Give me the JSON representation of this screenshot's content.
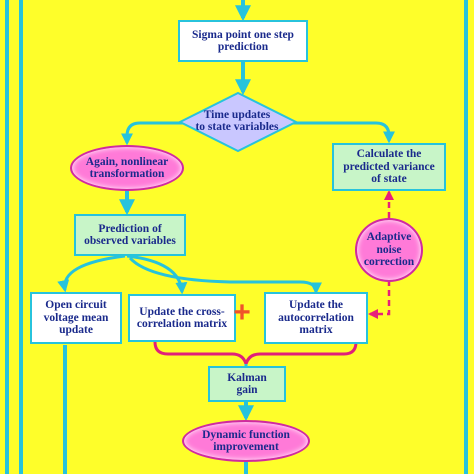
{
  "nodes": {
    "sigma": "Sigma point one step\nprediction",
    "time_updates": "Time updates\nto state variables",
    "again_nonlinear": "Again, nonlinear\ntransformation",
    "calc_variance": "Calculate the\npredicted variance\nof state",
    "prediction_observed": "Prediction of\nobserved variables",
    "adaptive_noise": "Adaptive\nnoise\ncorrection",
    "open_circuit": "Open circuit\nvoltage mean\nupdate",
    "update_cross": "Update the cross-\ncorrelation matrix",
    "update_auto": "Update the\nautocorrelation\nmatrix",
    "kalman_gain": "Kalman\ngain",
    "dynamic_function": "Dynamic function\nimprovement"
  },
  "operator": "+",
  "colors": {
    "background": "#fefe2a",
    "arrow": "#27c3dc",
    "box_border": "#27c3dc",
    "ellipse_fill": "#ff7ad8",
    "text": "#1a2a8c",
    "brace": "#e0207a",
    "dashed_arrow": "#e8207a",
    "plus": "#f0522a"
  }
}
